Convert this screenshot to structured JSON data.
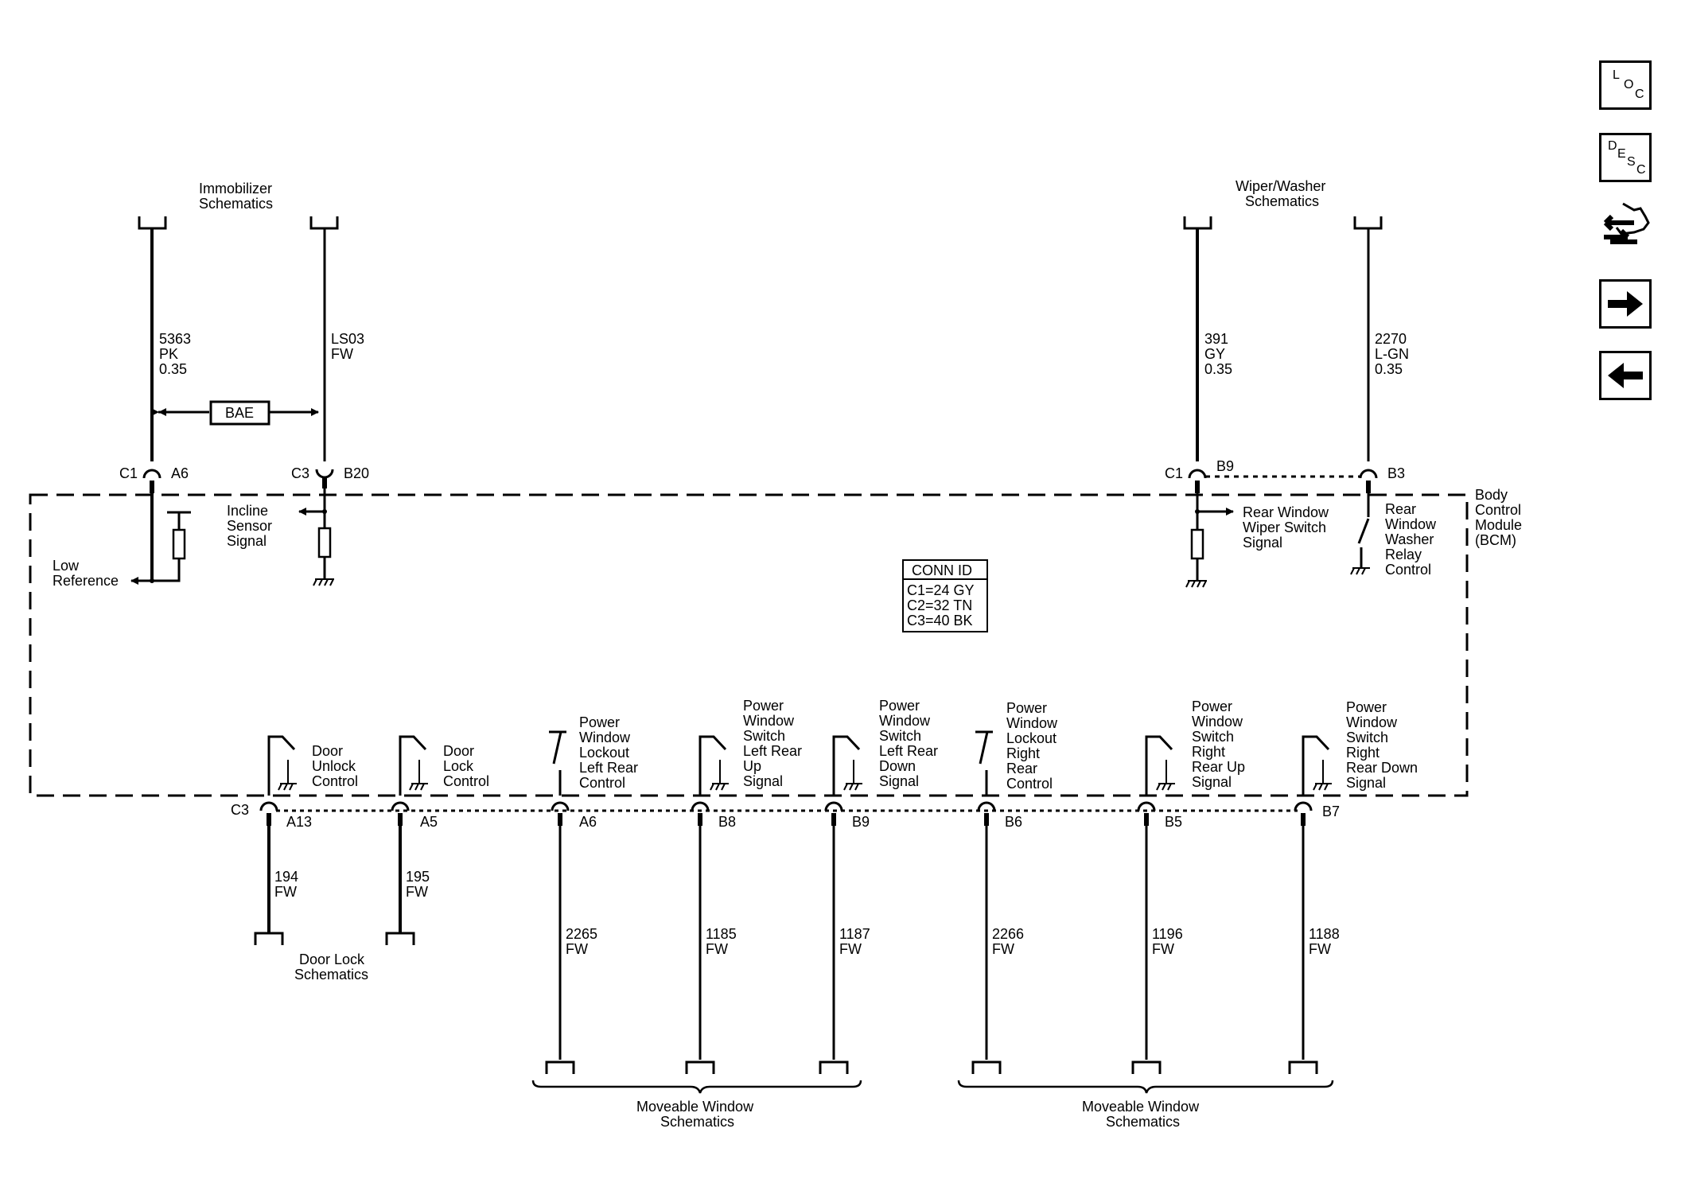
{
  "nav": {
    "loc": [
      "L",
      "O",
      "C"
    ],
    "desc": [
      "D",
      "E",
      "S",
      "C"
    ],
    "icons": [
      "connector-view-icon",
      "next-page-arrow-icon",
      "previous-page-arrow-icon"
    ]
  },
  "schematic_refs": {
    "immobilizer": [
      "Immobilizer",
      "Schematics"
    ],
    "wiper_washer": [
      "Wiper/Washer",
      "Schematics"
    ],
    "door_lock": [
      "Door Lock",
      "Schematics"
    ],
    "moveable_window_left": [
      "Moveable Window",
      "Schematics"
    ],
    "moveable_window_right": [
      "Moveable Window",
      "Schematics"
    ]
  },
  "module": {
    "label": [
      "Body",
      "Control",
      "Module",
      "(BCM)"
    ],
    "conn_id": {
      "title": "CONN ID",
      "rows": [
        "C1=24 GY",
        "C2=32 TN",
        "C3=40 BK"
      ]
    }
  },
  "splice": "BAE",
  "wires": {
    "w5363": [
      "5363",
      "PK",
      "0.35"
    ],
    "ls03": [
      "LS03",
      "FW"
    ],
    "w391": [
      "391",
      "GY",
      "0.35"
    ],
    "w2270": [
      "2270",
      "L-GN",
      "0.35"
    ],
    "w194": [
      "194",
      "FW"
    ],
    "w195": [
      "195",
      "FW"
    ],
    "w2265": [
      "2265",
      "FW"
    ],
    "w1185": [
      "1185",
      "FW"
    ],
    "w1187": [
      "1187",
      "FW"
    ],
    "w2266": [
      "2266",
      "FW"
    ],
    "w1196": [
      "1196",
      "FW"
    ],
    "w1188": [
      "1188",
      "FW"
    ]
  },
  "pins": {
    "c1_a6": {
      "conn": "C1",
      "pin": "A6"
    },
    "c3_b20": {
      "conn": "C3",
      "pin": "B20"
    },
    "c1_b9": {
      "conn": "C1",
      "pin": "B9"
    },
    "b3": "B3",
    "c3_a13": {
      "conn": "C3",
      "pin": "A13"
    },
    "a5": "A5",
    "a6": "A6",
    "b8": "B8",
    "b9": "B9",
    "b6": "B6",
    "b5": "B5",
    "b7": "B7"
  },
  "circuits": {
    "low_reference": [
      "Low",
      "Reference"
    ],
    "incline_sensor": [
      "Incline",
      "Sensor",
      "Signal"
    ],
    "rear_wiper_switch": [
      "Rear Window",
      "Wiper Switch",
      "Signal"
    ],
    "rear_washer_relay": [
      "Rear",
      "Window",
      "Washer",
      "Relay",
      "Control"
    ],
    "door_unlock": [
      "Door",
      "Unlock",
      "Control"
    ],
    "door_lock": [
      "Door",
      "Lock",
      "Control"
    ],
    "pw_lockout_left": [
      "Power",
      "Window",
      "Lockout",
      "Left Rear",
      "Control"
    ],
    "pw_left_up": [
      "Power",
      "Window",
      "Switch",
      "Left Rear",
      "Up",
      "Signal"
    ],
    "pw_left_down": [
      "Power",
      "Window",
      "Switch",
      "Left Rear",
      "Down",
      "Signal"
    ],
    "pw_lockout_right": [
      "Power",
      "Window",
      "Lockout",
      "Right",
      "Rear",
      "Control"
    ],
    "pw_right_up": [
      "Power",
      "Window",
      "Switch",
      "Right",
      "Rear Up",
      "Signal"
    ],
    "pw_right_down": [
      "Power",
      "Window",
      "Switch",
      "Right",
      "Rear Down",
      "Signal"
    ]
  }
}
